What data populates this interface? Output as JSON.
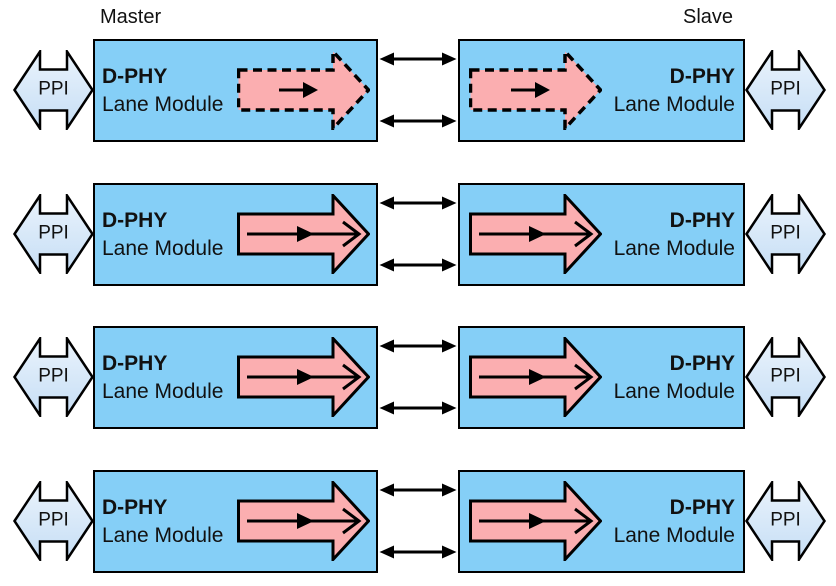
{
  "header": {
    "master_label": "Master",
    "slave_label": "Slave"
  },
  "rows": [
    {
      "ppi_left_label": "PPI",
      "master_title": "D-PHY",
      "master_subtitle": "Lane Module",
      "slave_title": "D-PHY",
      "slave_subtitle": "Lane Module",
      "ppi_right_label": "PPI",
      "hs_arrow_style": "dashed"
    },
    {
      "ppi_left_label": "PPI",
      "master_title": "D-PHY",
      "master_subtitle": "Lane Module",
      "slave_title": "D-PHY",
      "slave_subtitle": "Lane Module",
      "ppi_right_label": "PPI",
      "hs_arrow_style": "solid"
    },
    {
      "ppi_left_label": "PPI",
      "master_title": "D-PHY",
      "master_subtitle": "Lane Module",
      "slave_title": "D-PHY",
      "slave_subtitle": "Lane Module",
      "ppi_right_label": "PPI",
      "hs_arrow_style": "solid"
    },
    {
      "ppi_left_label": "PPI",
      "master_title": "D-PHY",
      "master_subtitle": "Lane Module",
      "slave_title": "D-PHY",
      "slave_subtitle": "Lane Module",
      "ppi_right_label": "PPI",
      "hs_arrow_style": "solid"
    }
  ],
  "colors": {
    "module_fill": "#85CFF7",
    "hs_fill": "#FBAEB0",
    "ppi_fill_top": "#EAF3FC",
    "ppi_fill_bottom": "#C6DEF5",
    "outline": "#000000",
    "line": "#000000",
    "text_color": "#111111"
  }
}
